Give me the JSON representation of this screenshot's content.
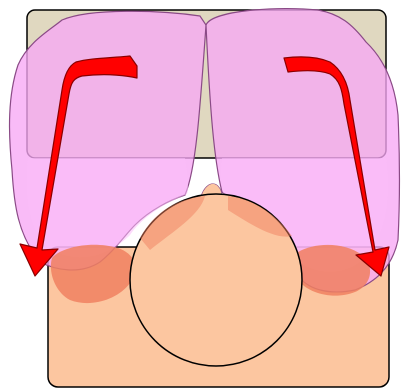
{
  "diagram": {
    "title": "",
    "colors": {
      "seat_back": "#e0d8c0",
      "seat_cushion": "#fcc6a0",
      "wing": "#f7a8f5",
      "wing_stroke": "#8a4a86",
      "head": "#fcc6a0",
      "shoulder": "#f08060",
      "arrow": "#ff0000",
      "arrow_stroke": "#8a0000",
      "outline": "#000000"
    },
    "parts": {
      "seat_back": "seat-back",
      "seat_cushion": "seat-cushion",
      "left_wing": "left-side-wing",
      "right_wing": "right-side-wing",
      "head": "occupant-head",
      "left_arrow": "deployment-arrow-left",
      "right_arrow": "deployment-arrow-right"
    }
  }
}
